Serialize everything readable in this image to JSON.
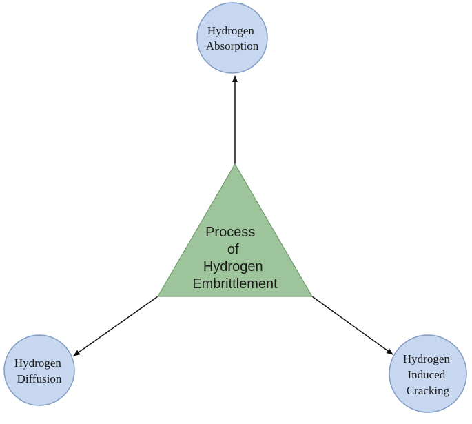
{
  "center": {
    "lines": [
      "Process",
      "of",
      "Hydrogen",
      "Embrittlement"
    ]
  },
  "nodes": {
    "top": {
      "lines": [
        "Hydrogen",
        "Absorption"
      ]
    },
    "left": {
      "lines": [
        "Hydrogen",
        "Diffusion"
      ]
    },
    "right": {
      "lines": [
        "Hydrogen",
        "Induced",
        "Cracking"
      ]
    }
  },
  "colors": {
    "circle_fill": "#c6d7ef",
    "circle_stroke": "#7f9bc4",
    "triangle_fill": "#9dc49a",
    "triangle_stroke": "#6f9a6c",
    "arrow": "#111111"
  }
}
